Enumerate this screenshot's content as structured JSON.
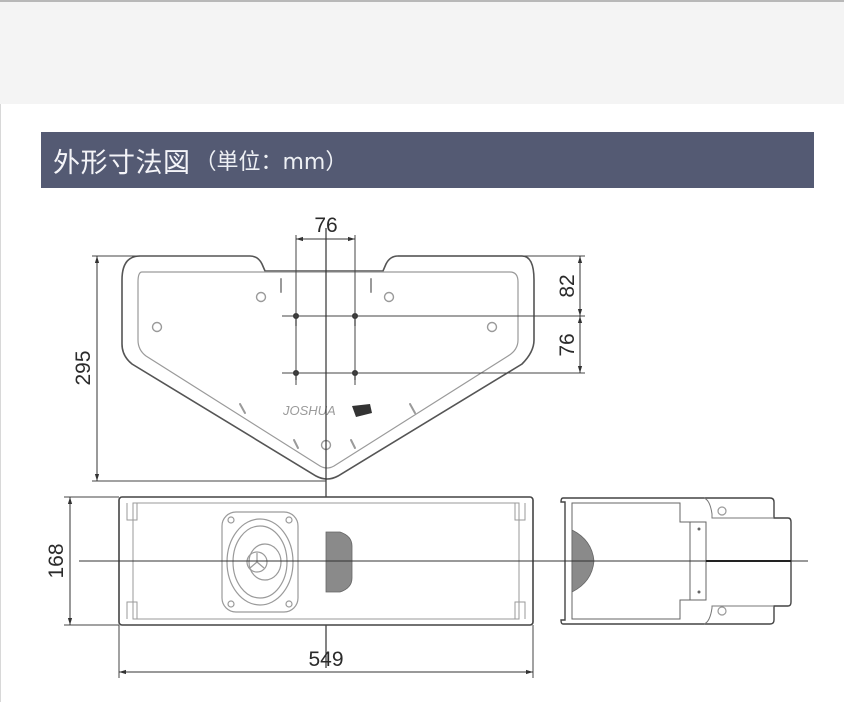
{
  "header": {
    "title": "外形寸法図",
    "unit_label": "（単位：mm）"
  },
  "diagram": {
    "type": "dimension-drawing",
    "unit": "mm",
    "views": [
      {
        "name": "top-view",
        "description": "Pentagon-shaped speaker enclosure viewed from above with mounting holes and brand logo"
      },
      {
        "name": "front-view",
        "description": "Rectangular enclosure front with speaker driver and grille"
      },
      {
        "name": "side-view",
        "description": "Side profile with bracket and grille"
      }
    ],
    "dimensions": {
      "hole_spacing_horizontal": "76",
      "total_depth": "295",
      "top_to_first_hole": "82",
      "hole_spacing_vertical": "76",
      "height": "168",
      "width": "549"
    },
    "colors": {
      "title_bar": "#545a73",
      "title_text": "#f4f4f8",
      "line": "#3a3a3a",
      "light_line": "#8a8a8a"
    }
  }
}
